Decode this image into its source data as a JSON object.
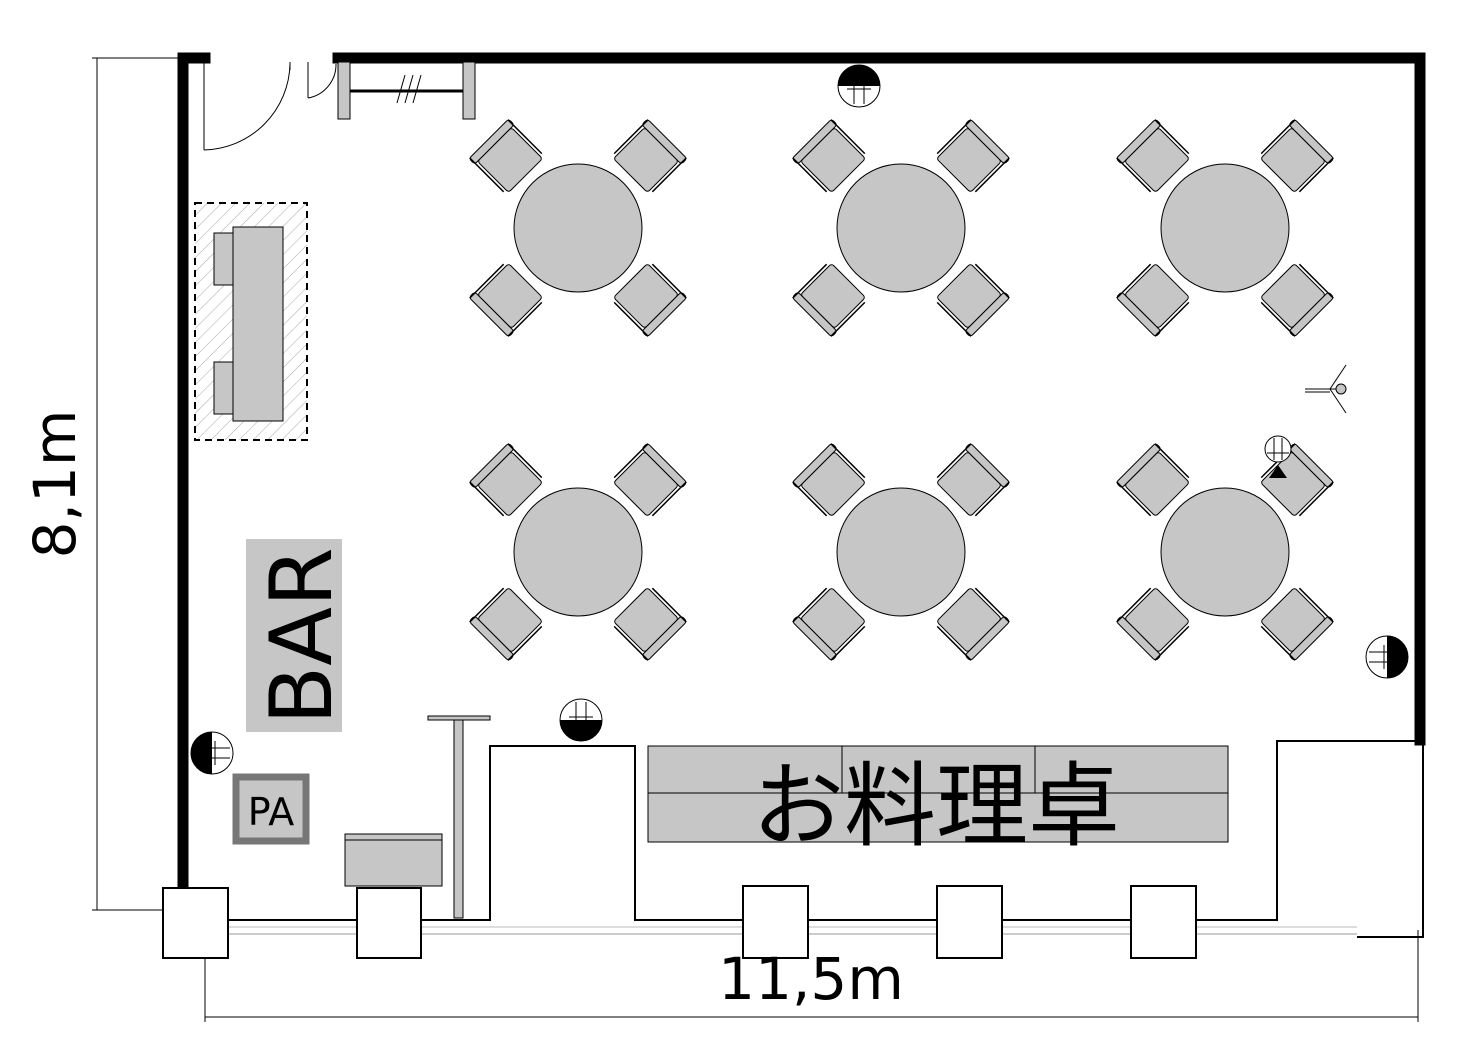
{
  "labels": {
    "width_dimension": "11,5m",
    "height_dimension": "8,1m",
    "bar": "BAR",
    "food_table": "お料理卓",
    "pa": "PA"
  },
  "colors": {
    "furniture_fill": "#c6c6c6",
    "wall": "#000000",
    "hatch": "#9a9a9a",
    "pa_border": "#777777"
  },
  "furniture": {
    "round_tables": 6,
    "chairs_per_table": 4
  },
  "icons": [
    "speaker-icon",
    "microphone-stand-icon",
    "door-swing-icon",
    "window-icon"
  ]
}
